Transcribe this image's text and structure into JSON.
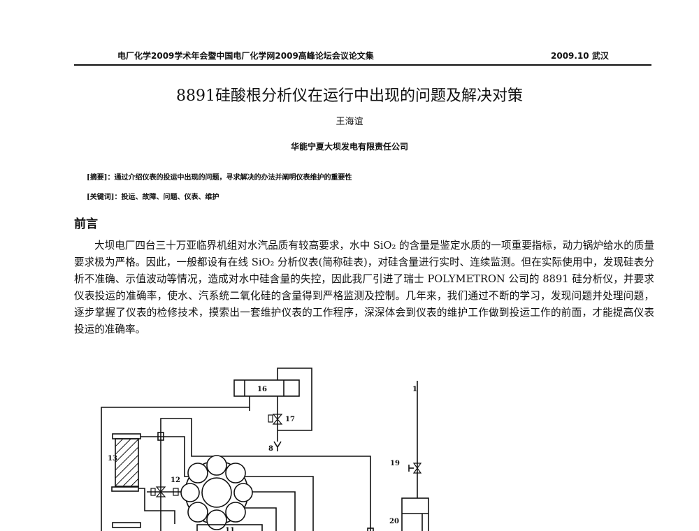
{
  "header": {
    "left": "电厂化学2009学术年会暨中国电厂化学网2009高峰论坛会议论文集",
    "right": "2009.10 武汉"
  },
  "title": "8891硅酸根分析仪在运行中出现的问题及解决对策",
  "author": "王海谊",
  "affiliation": "华能宁夏大坝发电有限责任公司",
  "abstract": "[摘要]：通过介绍仪表的投运中出现的问题，寻求解决的办法并阐明仪表维护的重要性",
  "keywords": "[关键词]：投运、故障、问题、仪表、维护",
  "section_title": "前言",
  "paragraph": "大坝电厂四台三十万亚临界机组对水汽品质有较高要求，水中 SiO₂ 的含量是鉴定水质的一项重要指标，动力锅炉给水的质量要求极为严格。因此，一般都设有在线 SiO₂ 分析仪表(简称硅表)，对硅含量进行实时、连续监测。但在实际使用中，发现硅表分析不准确、示值波动等情况，造成对水中硅含量的失控，因此我厂引进了瑞士 POLYMETRON 公司的 8891 硅分析仪，并要求仪表投运的准确率，使水、汽系统二氧化硅的含量得到严格监测及控制。几年来，我们通过不断的学习，发现问题并处理问题，逐步掌握了仪表的检修技术，摸索出一套维护仪表的工作程序，深深体会到仪表的维护工作做到投运工作的前面，才能提高仪表投运的准确率。",
  "figure": {
    "labels": {
      "l16": "16",
      "l17": "17",
      "l8": "8",
      "l13": "13",
      "l12": "12",
      "l11": "11",
      "l1": "1",
      "l19": "19",
      "l20": "20"
    }
  }
}
